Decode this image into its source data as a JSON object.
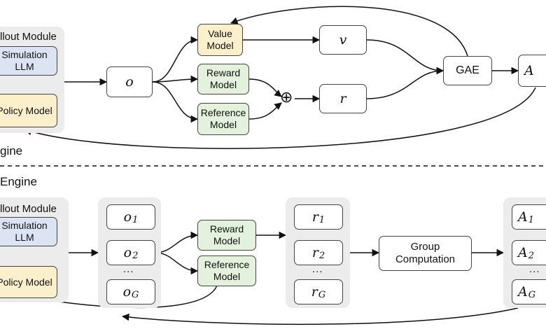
{
  "top": {
    "rollout_label": "llout Module",
    "engine_label": "gine",
    "simulation_llm": "Simulation LLM",
    "policy_model": "Policy Model",
    "value_model": "Value Model",
    "reward_model": "Reward Model",
    "reference_model": "Reference Model",
    "obs": "o",
    "value_out": "v",
    "reward_out": "r",
    "gae": "GAE",
    "advantage": "A",
    "combine_symbol": "⊕"
  },
  "bottom": {
    "engine_label": "Engine",
    "rollout_label": "llout Module",
    "simulation_llm": "Simulation LLM",
    "policy_model": "Policy Model",
    "obs_base": "o",
    "obs_subs": [
      "1",
      "2",
      "G"
    ],
    "reward_base": "r",
    "reward_subs": [
      "1",
      "2",
      "G"
    ],
    "adv_base": "A",
    "adv_subs": [
      "1",
      "2",
      "G"
    ],
    "reward_model": "Reward Model",
    "reference_model": "Reference Model",
    "group_computation": "Group Computation",
    "ellipsis": "..."
  }
}
